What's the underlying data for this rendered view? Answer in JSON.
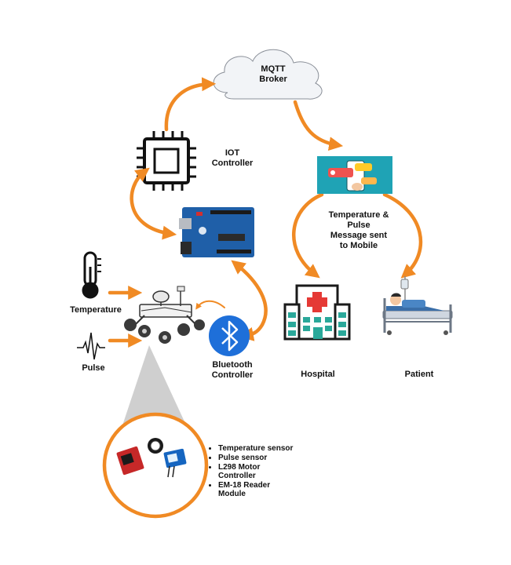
{
  "labels": {
    "mqtt": "MQTT\nBroker",
    "iot": "IOT\nController",
    "message": "Temperature &\nPulse\nMessage sent\nto Mobile",
    "temperature": "Temperature",
    "pulse": "Pulse",
    "bluetooth": "Bluetooth\nController",
    "hospital": "Hospital",
    "patient": "Patient"
  },
  "sensors": [
    "Temperature sensor",
    "Pulse sensor",
    "L298 Motor Controller",
    "EM-18 Reader Module"
  ],
  "colors": {
    "arrow": "#f08a24",
    "arduino": "#1f5fa8",
    "bluetooth": "#1e6fd9",
    "hospital_green": "#2aa89a",
    "hospital_red": "#e53935",
    "phone_card": "#1fa3b5",
    "cloud": "#f2f4f7"
  },
  "icons": [
    "cloud-icon",
    "chip-icon",
    "arduino-board-icon",
    "thermometer-icon",
    "pulse-wave-icon",
    "rover-robot-icon",
    "bluetooth-icon",
    "phone-notification-icon",
    "hospital-icon",
    "patient-bed-icon",
    "sensor-modules-image"
  ]
}
